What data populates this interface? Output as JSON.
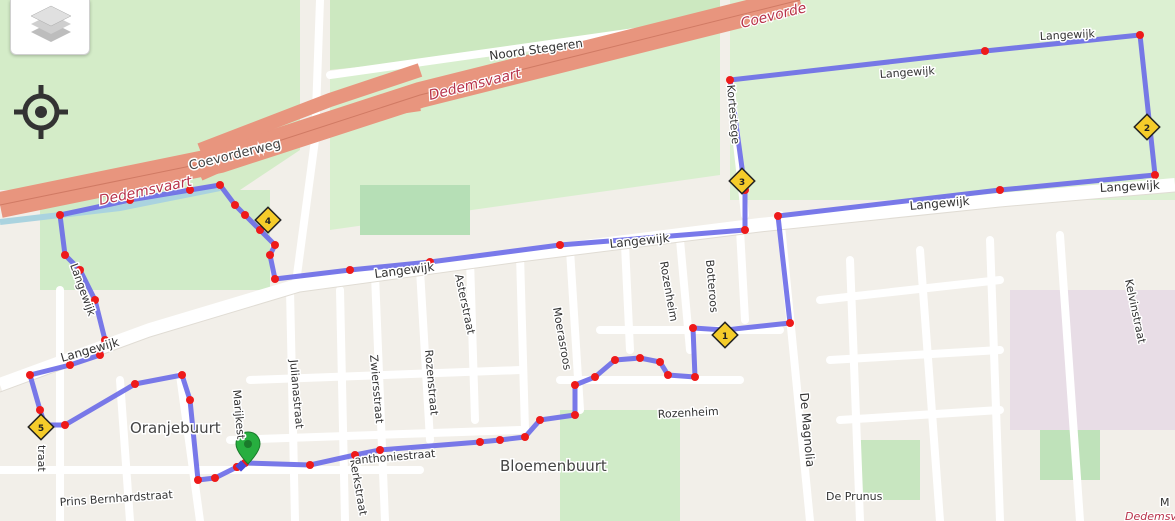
{
  "map": {
    "waterway_labels": [
      "Dedemsvaart",
      "Dedemsvaart",
      "Dedemsvaart"
    ],
    "street_labels": {
      "coevorderweg": "Coevorderweg",
      "coevorden_cut": "Coevorde",
      "noord_stegeren": "Noord Stegeren",
      "langewijk_1": "Langewijk",
      "langewijk_2": "Langewijk",
      "langewijk_3": "Langewijk",
      "langewijk_4": "Langewijk",
      "langewijk_5": "Langewijk",
      "langewijk_6": "Langewijk",
      "langewijk_vertical": "Langewijk",
      "langewijk_top_cut": "Langewijk",
      "asterstraat": "Asterstraat",
      "julianastraat": "Julianastraat",
      "zwiersstraat": "Zwiersstraat",
      "rozenstraat": "Rozenstraat",
      "kerkstraat": "Kerkstraat",
      "marijkestraat": "Marijkest",
      "prins_bernhardstraat": "Prins Bernhardstraat",
      "anthoniestraat": "anthoniestraat",
      "rozenheim_v": "Rozenheim",
      "rozenheim_h": "Rozenheim",
      "moerasroos": "Moerasroos",
      "botteroos": "Botteroos",
      "de_magnolia": "De Magnolia",
      "de_prunus": "De Prunus",
      "kelvinstraat": "Kelvinstraat",
      "straat_left": "traat",
      "kortestege": "Kortestege",
      "m_cut": "M"
    },
    "area_labels": {
      "oranjebuurt": "Oranjebuurt",
      "bloemenbuurt": "Bloemenbuurt"
    },
    "waypoints": [
      "2",
      "3",
      "4",
      "5",
      "1"
    ],
    "route_color": "#6a6ae8",
    "point_color": "#ee1a1a",
    "marker_color": "#f5cc2a",
    "start_pin_color": "#27ae3f"
  },
  "controls": {
    "layers_icon": "layers-icon",
    "locate_icon": "crosshair-icon"
  }
}
